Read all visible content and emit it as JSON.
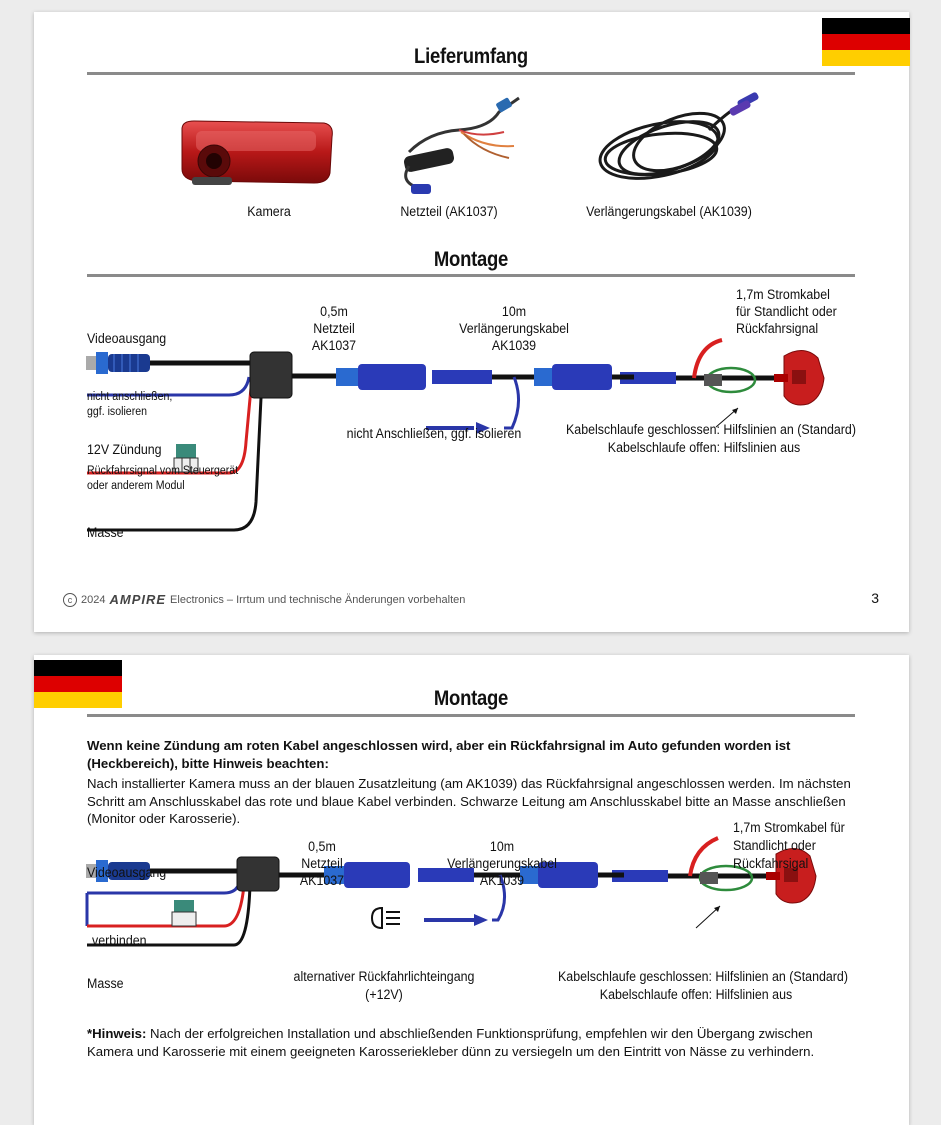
{
  "page1": {
    "heading_scope": "Lieferumfang",
    "items": {
      "camera_caption": "Kamera",
      "psu_caption": "Netzteil (AK1037)",
      "ext_caption": "Verlängerungskabel (AK1039)"
    },
    "heading_mount": "Montage",
    "diagram": {
      "video_out": "Videoausgang",
      "not_connect_left": "nicht anschließen,",
      "not_connect_left2": "ggf. isolieren",
      "ignition": "12V Zündung",
      "reverse_signal": "Rückfahrsignal vom Steuergerät",
      "reverse_signal2": "oder anderem Modul",
      "ground": "Masse",
      "psu_len": "0,5m",
      "psu_name": "Netzteil",
      "psu_code": "AK1037",
      "ext_len": "10m",
      "ext_name": "Verlängerungskabel",
      "ext_code": "AK1039",
      "power_cable": "1,7m Stromkabel",
      "power_cable2": "für Standlicht oder",
      "power_cable3": "Rückfahrsignal",
      "not_connect_mid": "nicht Anschließen, ggf. isolieren",
      "loop_closed": "Kabelschlaufe geschlossen: Hilfslinien an (Standard)",
      "loop_open": "Kabelschlaufe offen: Hilfslinien aus"
    },
    "footer": {
      "year": "2024",
      "brand": "AMPIRE",
      "text": "Electronics – Irrtum und technische Änderungen vorbehalten"
    },
    "page_number": "3"
  },
  "page2": {
    "heading": "Montage",
    "warning": "Wenn keine Zündung am roten Kabel angeschlossen wird, aber ein Rückfahrsignal im Auto gefunden worden ist (Heckbereich), bitte Hinweis beachten:",
    "instructions": "Nach installierter Kamera muss an der blauen Zusatzleitung (am AK1039) das Rückfahrsignal angeschlossen werden. Im nächsten Schritt am Anschlusskabel das rote und blaue Kabel verbinden. Schwarze Leitung am Anschlusskabel bitte an Masse anschließen (Monitor oder Karosserie).",
    "diagram": {
      "video_out": "Videoausgang",
      "connect": "verbinden",
      "ground": "Masse",
      "psu_len": "0,5m",
      "psu_name": "Netzteil",
      "psu_code": "AK1037",
      "ext_len": "10m",
      "ext_name": "Verlängerungskabel",
      "ext_code": "AK1039",
      "power_cable": "1,7m Stromkabel für",
      "power_cable2": "Standlicht oder",
      "power_cable3": "Rückfahrsigal",
      "alt_input": "alternativer Rückfahrlichteingang",
      "alt_input2": "(+12V)",
      "loop_closed": "Kabelschlaufe geschlossen: Hilfslinien an (Standard)",
      "loop_open": "Kabelschlaufe offen: Hilfslinien aus"
    },
    "note_label": "*Hinweis:",
    "note_text": "Nach der erfolgreichen Installation und abschließenden Funktionsprüfung, empfehlen wir den Übergang zwischen Kamera und Karosserie mit einem geeigneten Karosseriekleber dünn zu versiegeln um den Eintritt von Nässe zu verhindern."
  },
  "colors": {
    "flag_black": "#000000",
    "flag_red": "#dd0000",
    "flag_gold": "#ffce00",
    "wire_blue": "#2a36a8",
    "wire_red": "#d82020",
    "camera_red": "#c81e1e",
    "loop_green": "#2e8b3c"
  },
  "icons": [
    "flag-germany",
    "fuse-icon",
    "headlight-icon",
    "arrow-right-icon",
    "copyright-icon"
  ]
}
